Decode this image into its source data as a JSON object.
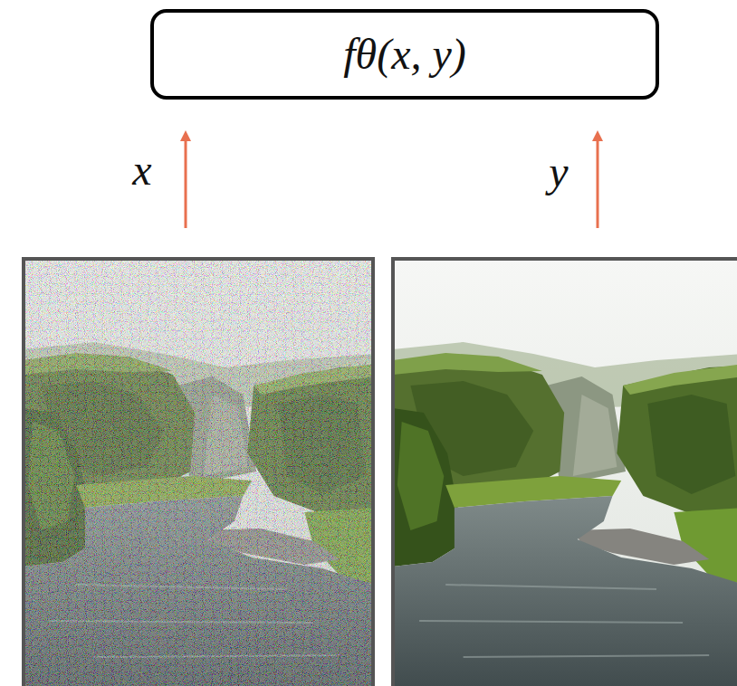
{
  "diagram": {
    "nodes": [
      {
        "text": [
          "fθ(x, y)"
        ]
      }
    ],
    "labels": [
      "x",
      "y"
    ]
  }
}
